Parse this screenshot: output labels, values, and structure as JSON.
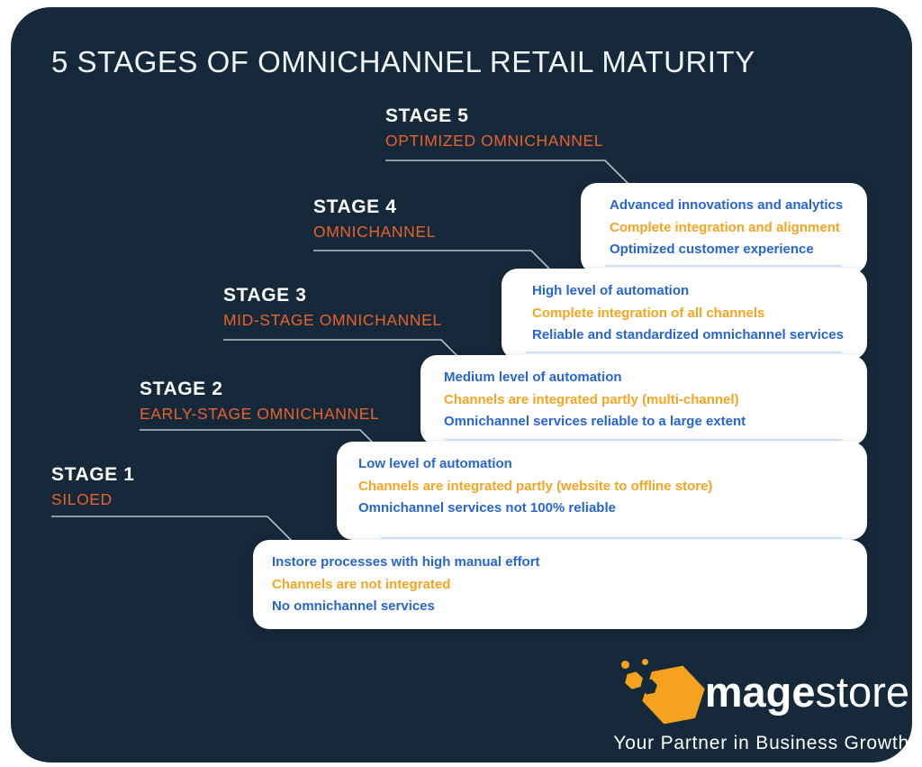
{
  "title": "5 STAGES OF OMNICHANNEL RETAIL MATURITY",
  "colors": {
    "background": "#16293A",
    "card_bg": "#FFFFFF",
    "point_blue": "#2765D4",
    "point_amber": "#F7A521",
    "stage_subtitle_orange": "#E8622C",
    "stage_title_white": "#FFFFFF",
    "connector_gray": "#C9D3DA",
    "divider_light_blue": "#CBE0F4",
    "logo_orange": "#F7A21E"
  },
  "stages": [
    {
      "label": "STAGE 5",
      "subtitle": "OPTIMIZED OMNICHANNEL",
      "points": [
        {
          "text": "Advanced innovations and analytics",
          "color": "blue"
        },
        {
          "text": "Complete integration and alignment",
          "color": "amber"
        },
        {
          "text": "Optimized customer experience",
          "color": "blue"
        }
      ]
    },
    {
      "label": "STAGE 4",
      "subtitle": "OMNICHANNEL",
      "points": [
        {
          "text": "High level of automation",
          "color": "blue"
        },
        {
          "text": "Complete integration of all channels",
          "color": "amber"
        },
        {
          "text": "Reliable and standardized omnichannel services",
          "color": "blue"
        }
      ]
    },
    {
      "label": "STAGE 3",
      "subtitle": "MID-STAGE OMNICHANNEL",
      "points": [
        {
          "text": "Medium level of automation",
          "color": "blue"
        },
        {
          "text": "Channels are integrated partly (multi-channel)",
          "color": "amber"
        },
        {
          "text": "Omnichannel services reliable to a large extent",
          "color": "blue"
        }
      ]
    },
    {
      "label": "STAGE 2",
      "subtitle": "EARLY-STAGE OMNICHANNEL",
      "points": [
        {
          "text": "Low level of automation",
          "color": "blue"
        },
        {
          "text": "Channels are integrated partly (website to offline store)",
          "color": "amber"
        },
        {
          "text": "Omnichannel services not 100% reliable",
          "color": "blue"
        }
      ]
    },
    {
      "label": "STAGE 1",
      "subtitle": "SILOED",
      "points": [
        {
          "text": "Instore processes with high manual effort",
          "color": "blue"
        },
        {
          "text": "Channels are not integrated",
          "color": "amber"
        },
        {
          "text": "No omnichannel services",
          "color": "blue"
        }
      ]
    }
  ],
  "logo": {
    "brand_bold": "mage",
    "brand_light": "store",
    "tagline": "Your Partner in Business Growth"
  }
}
